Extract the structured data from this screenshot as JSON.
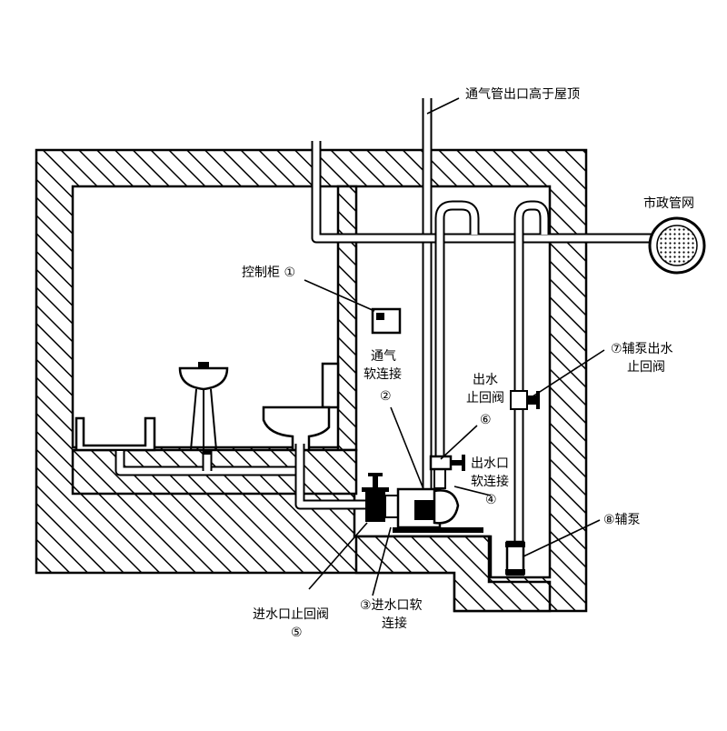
{
  "labels": {
    "vent_outlet": "通气管出口高于屋顶",
    "municipal_network": "市政管网",
    "control_cabinet": "控制柜 ①",
    "vent_soft_connection_line1": "通气",
    "vent_soft_connection_line2": "软连接",
    "vent_soft_connection_num": "②",
    "outlet_check_valve_line1": "出水",
    "outlet_check_valve_line2": "止回阀",
    "outlet_check_valve_num": "⑥",
    "outlet_soft_connection_line1": "出水口",
    "outlet_soft_connection_line2": "软连接",
    "outlet_soft_connection_num": "④",
    "aux_pump_check_valve_line1": "⑦辅泵出水",
    "aux_pump_check_valve_line2": "止回阀",
    "aux_pump": "⑧辅泵",
    "inlet_check_valve_line1": "进水口止回阀",
    "inlet_check_valve_num": "⑤",
    "inlet_soft_connection_line1": "③进水口软",
    "inlet_soft_connection_line2": "连接"
  },
  "colors": {
    "line": "#000000",
    "background": "#ffffff"
  }
}
